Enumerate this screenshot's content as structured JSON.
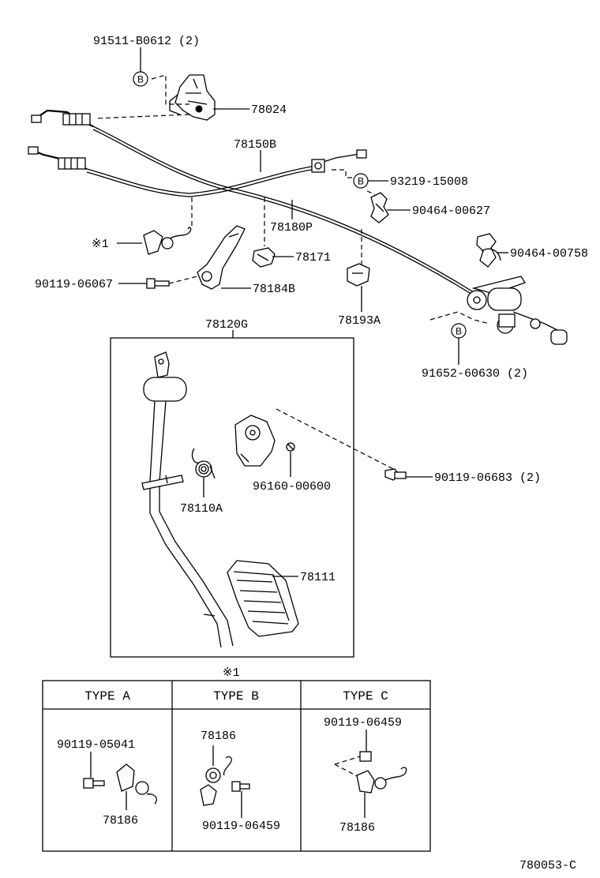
{
  "labels": {
    "p91511": "91511-B0612 (2)",
    "p78024": "78024",
    "p78150b": "78150B",
    "p93219": "93219-15008",
    "p90464a": "90464-00627",
    "p78180p": "78180P",
    "p90464b": "90464-00758",
    "p_note1": "※1",
    "p78171": "78171",
    "p90119a": "90119-06067",
    "p78184b": "78184B",
    "p78193a": "78193A",
    "p78120g": "78120G",
    "p91652": "91652-60630 (2)",
    "p96160": "96160-00600",
    "p90119b": "90119-06683 (2)",
    "p78110a": "78110A",
    "p78111": "78111",
    "table_note": "※1",
    "diagram_id": "780053-C"
  },
  "circle_mark": "B",
  "types": [
    {
      "header": "TYPE  A",
      "bolt": "90119-05041",
      "spring": "78186"
    },
    {
      "header": "TYPE  B",
      "spring": "78186",
      "bolt": "90119-06459"
    },
    {
      "header": "TYPE  C",
      "bolt": "90119-06459",
      "spring": "78186"
    }
  ]
}
